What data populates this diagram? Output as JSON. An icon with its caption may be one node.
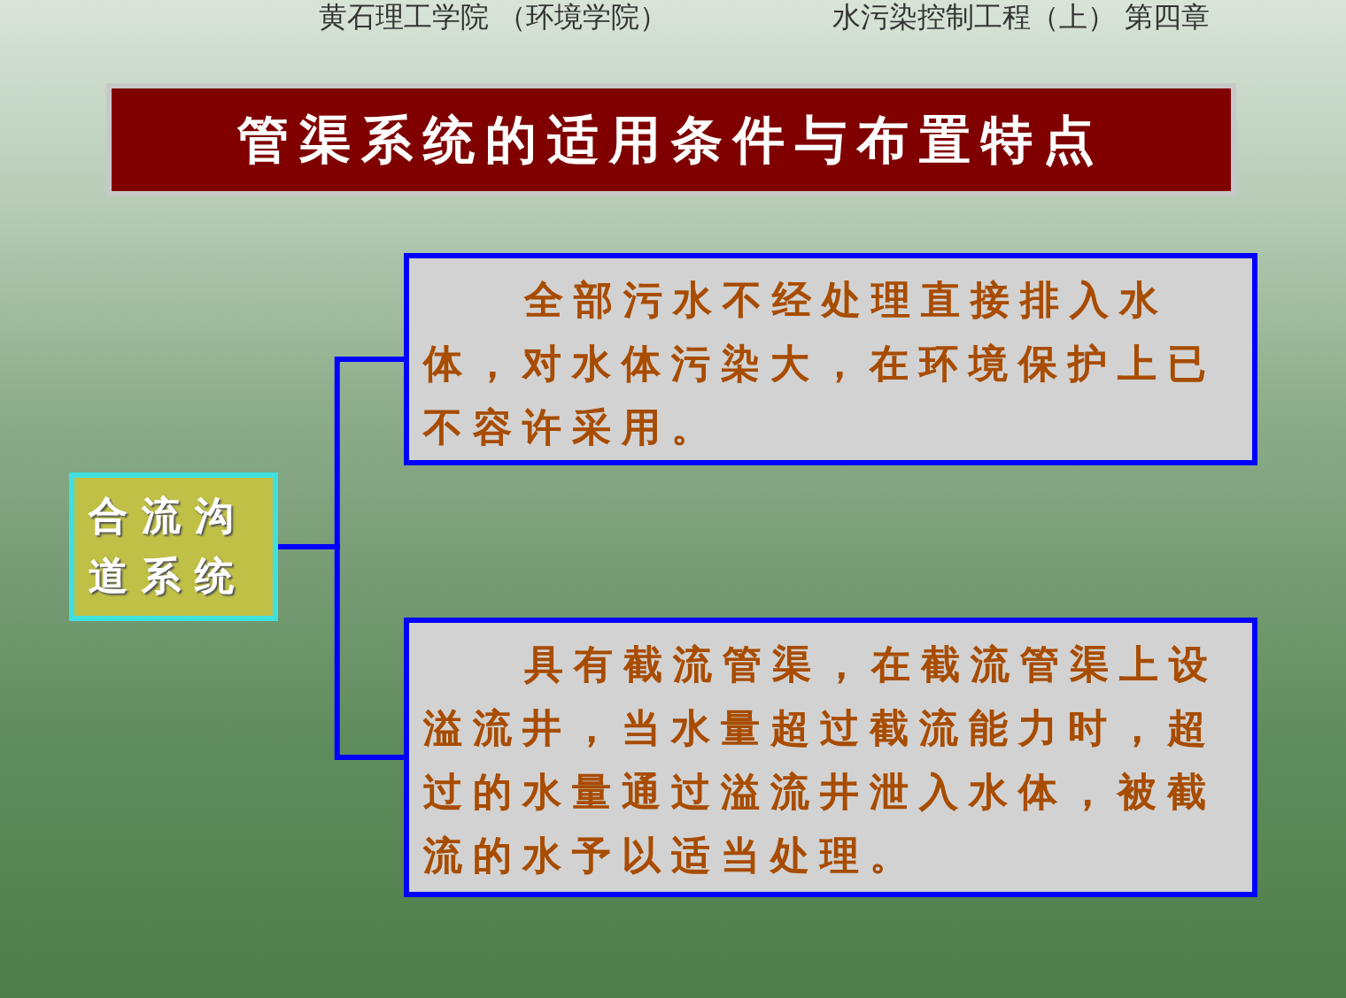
{
  "diagram": {
    "title": "管渠系统的适用条件与布置特点",
    "nodes": [
      {
        "text": [
          "合流沟道系统"
        ]
      },
      {
        "text": [
          "全部污水不经处理直接排入水体，对水体污染大，在环境保护上已不容许采用。"
        ]
      },
      {
        "text": [
          "具有截流管渠，在截流管渠上设溢流井，当水量超过截流能力时，超过的水量通过溢流井泄入水体，被截流的水予以适当处理。"
        ]
      }
    ],
    "edges": [
      {
        "from": 0,
        "to": 1,
        "arrow": "none"
      },
      {
        "from": 0,
        "to": 2,
        "arrow": "none"
      }
    ],
    "labels": [
      "黄石理工学院 （环境学院）",
      "水污染控制工程（上） 第四章"
    ]
  }
}
